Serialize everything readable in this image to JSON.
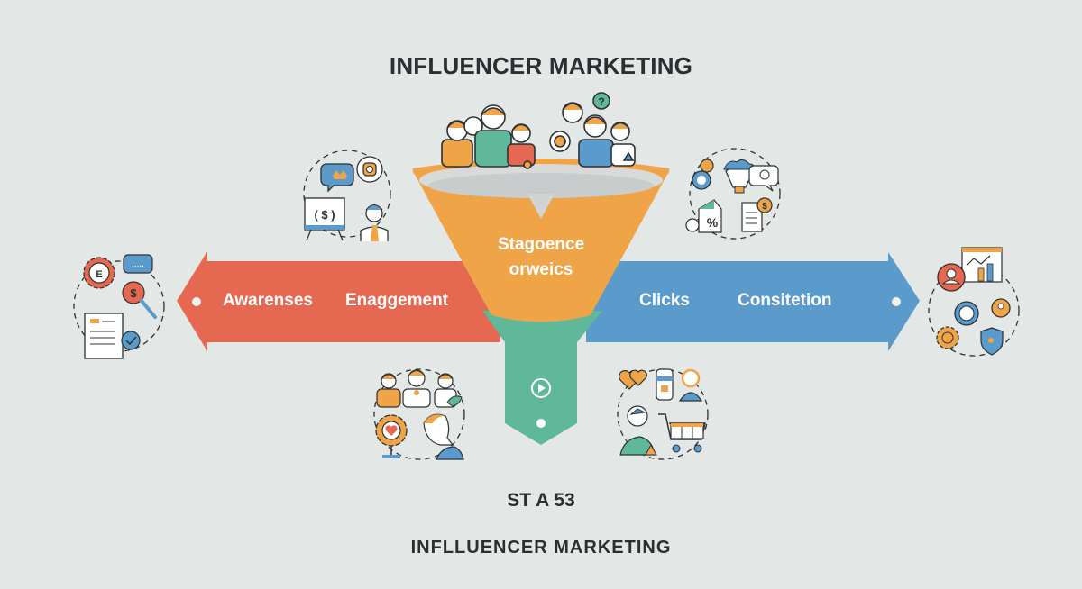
{
  "header": {
    "title": "INFLUENCER MARKETING"
  },
  "funnel": {
    "label_line1": "Stagoence",
    "label_line2": "orweics",
    "colors": {
      "top": "#eea447",
      "bottom": "#5fb89a",
      "rim": "#c9cccc"
    },
    "bottom_icon": "play-icon"
  },
  "left_arrow": {
    "color": "#e46950",
    "labels": [
      "Awarenses",
      "Enaggement"
    ]
  },
  "right_arrow": {
    "color": "#5a9bcb",
    "labels": [
      "Clicks",
      "Consitetion"
    ]
  },
  "icon_clusters": [
    {
      "position": "top-center",
      "name": "audience-group-icon",
      "items": [
        "people",
        "question-bubble",
        "search-user"
      ]
    },
    {
      "position": "upper-left",
      "name": "sponsorship-icon",
      "items": [
        "crown-bubble",
        "instagram-bubble",
        "dollar-presentation",
        "influencer-person"
      ]
    },
    {
      "position": "upper-right",
      "name": "campaign-finance-icon",
      "items": [
        "dollar-coin",
        "hot-air-balloon",
        "chat-bubble",
        "percent-house",
        "dollar-document"
      ]
    },
    {
      "position": "far-left",
      "name": "analysis-icon",
      "items": [
        "gear",
        "chat-bubble",
        "dollar-search",
        "document-check"
      ]
    },
    {
      "position": "far-right",
      "name": "analytics-icon",
      "items": [
        "user-circle",
        "bar-chart",
        "user-search",
        "user-badge",
        "gear",
        "shield"
      ]
    },
    {
      "position": "lower-left",
      "name": "community-icon",
      "items": [
        "people",
        "heart-gear",
        "person-profile"
      ]
    },
    {
      "position": "lower-right",
      "name": "shopping-icon",
      "items": [
        "hearts",
        "product-jar",
        "customer",
        "shopping-cart"
      ]
    }
  ],
  "bottom": {
    "subtitle": "ST A 53",
    "footer": "INFLLUENCER MARKETING"
  },
  "background": "#e3e7e6"
}
